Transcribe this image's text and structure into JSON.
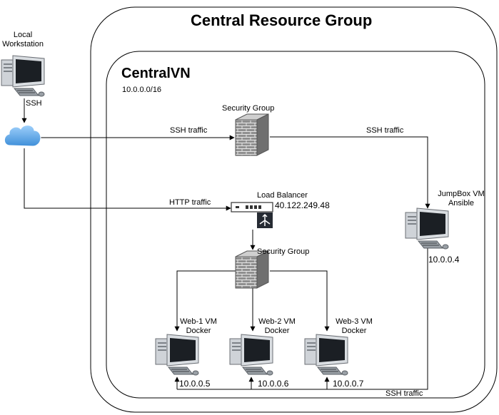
{
  "resource_group": {
    "title": "Central Resource Group"
  },
  "vnet": {
    "title": "CentralVN",
    "cidr": "10.0.0.0/16"
  },
  "workstation": {
    "label_line1": "Local",
    "label_line2": "Workstation",
    "link_label": "SSH"
  },
  "internet": {
    "icon": "cloud-icon"
  },
  "security_group_top": {
    "label": "Security Group"
  },
  "security_group_web": {
    "label": "Security Group"
  },
  "load_balancer": {
    "label": "Load Balancer",
    "ip": "40.122.249.48"
  },
  "jumpbox": {
    "label_line1": "JumpBox VM",
    "label_line2": "Ansible",
    "ip": "10.0.0.4"
  },
  "web_vms": [
    {
      "label_line1": "Web-1 VM",
      "label_line2": "Docker",
      "ip": "10.0.0.5"
    },
    {
      "label_line1": "Web-2 VM",
      "label_line2": "Docker",
      "ip": "10.0.0.6"
    },
    {
      "label_line1": "Web-3 VM",
      "label_line2": "Docker",
      "ip": "10.0.0.7"
    }
  ],
  "connections": {
    "ssh_to_sg": "SSH traffic",
    "sg_to_jumpbox": "SSH traffic",
    "http_to_lb": "HTTP traffic",
    "jumpbox_to_web": "SSH traffic"
  },
  "colors": {
    "cloud": "#5aa6e6",
    "firewall": "#8f8f8f",
    "line": "#000000"
  }
}
